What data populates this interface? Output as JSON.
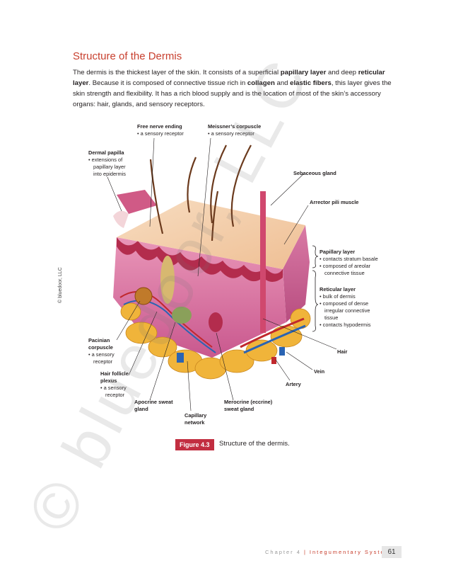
{
  "section_title": "Structure of the Dermis",
  "paragraph": {
    "p1": "The dermis is the thickest layer of the skin. It consists of a superficial ",
    "b1": "papillary layer",
    "p2": " and deep ",
    "b2": "reticular layer",
    "p3": ". Because it is composed of connective tissue rich in ",
    "b3": "collagen",
    "p4": " and ",
    "b4": "elastic fibers",
    "p5": ", this layer gives the skin strength and flexibility. It has a rich blood supply and is the location of most of the skin’s accessory organs: hair, glands, and sensory receptors."
  },
  "labels": {
    "free_nerve": {
      "title": "Free nerve ending",
      "desc": "• a sensory receptor"
    },
    "meissner": {
      "title": "Meissner’s corpuscle",
      "desc": "• a sensory receptor"
    },
    "dermal_papilla": {
      "title": "Dermal papilla",
      "d1": "• extensions of",
      "d2": "papillary layer",
      "d3": "into epidermis"
    },
    "sebaceous": {
      "title": "Sebaceous gland"
    },
    "arrector": {
      "title": "Arrector pili muscle"
    },
    "papillary_layer": {
      "title": "Papillary layer",
      "d1": "• contacts stratum basale",
      "d2": "• composed of areolar",
      "d3": "connective tissue"
    },
    "reticular_layer": {
      "title": "Reticular layer",
      "d1": "• bulk of dermis",
      "d2": "• composed of dense",
      "d3": "irregular connective",
      "d4": "tissue",
      "d5": "• contacts hypodermis"
    },
    "pacinian": {
      "t1": "Pacinian",
      "t2": "corpuscle",
      "d1": "• a sensory",
      "d2": "receptor"
    },
    "hair_follicle": {
      "t1": "Hair follicle",
      "t2": "plexus",
      "d1": "• a sensory",
      "d2": "receptor"
    },
    "hair": {
      "title": "Hair"
    },
    "vein": {
      "title": "Vein"
    },
    "artery": {
      "title": "Artery"
    },
    "apocrine": {
      "t1": "Apocrine sweat",
      "t2": "gland"
    },
    "merocrine": {
      "t1": "Merocrine (eccrine)",
      "t2": "sweat gland"
    },
    "capillary": {
      "t1": "Capillary",
      "t2": "network"
    }
  },
  "side_credit": "© bluedoor, LLC",
  "figure": {
    "number": "Figure 4.3",
    "caption": "Structure of the dermis."
  },
  "footer": {
    "chapter": "Chapter 4",
    "system": "Integumentary System",
    "page": "61"
  },
  "watermark": "© bluedoor, LLC",
  "colors": {
    "heading": "#c8402f",
    "badge": "#c22e41",
    "skin": "#f2c9a4",
    "dermis": "#d76a9a",
    "fat": "#f0b43a"
  }
}
